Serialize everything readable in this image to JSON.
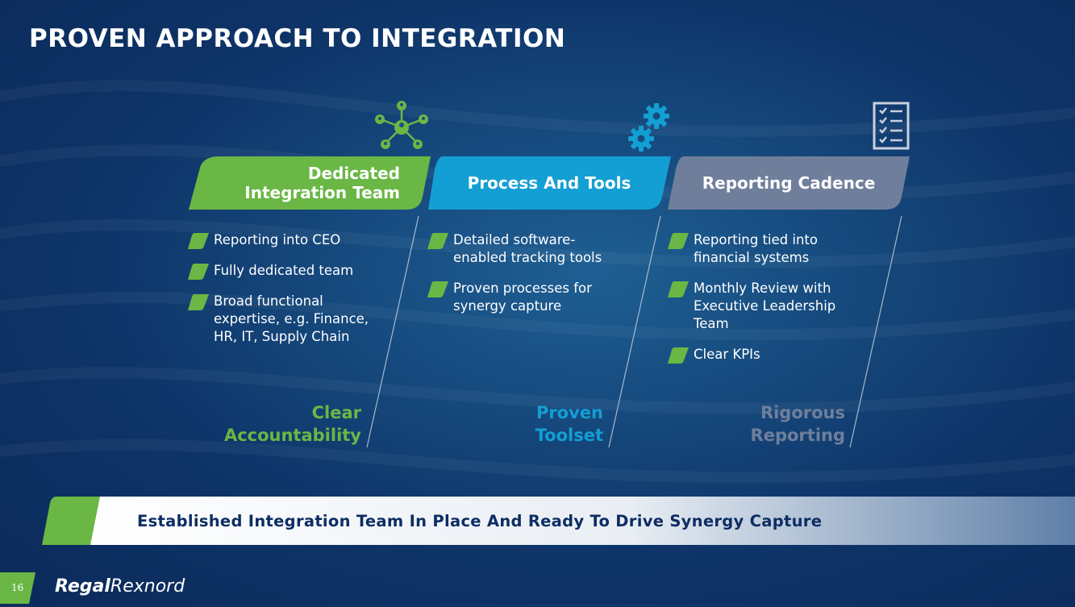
{
  "title": "PROVEN APPROACH TO INTEGRATION",
  "colors": {
    "green": "#6ab745",
    "blue": "#139fd3",
    "gray": "#6f7f9b",
    "navy": "#0d2d63"
  },
  "columns": [
    {
      "heading": "Dedicated Integration Team",
      "icon": "network-people-icon",
      "bullets": [
        "Reporting into CEO",
        "Fully dedicated team",
        "Broad functional expertise, e.g. Finance, HR, IT, Supply Chain"
      ],
      "outcome": "Clear Accountability"
    },
    {
      "heading": "Process And Tools",
      "icon": "gears-icon",
      "bullets": [
        "Detailed software-enabled tracking tools",
        "Proven processes for synergy capture"
      ],
      "outcome": "Proven Toolset"
    },
    {
      "heading": "Reporting Cadence",
      "icon": "checklist-icon",
      "bullets": [
        "Reporting tied into financial systems",
        "Monthly Review with Executive Leadership Team",
        "Clear KPIs"
      ],
      "outcome": "Rigorous Reporting"
    }
  ],
  "banner_statement": "Established Integration Team In Place And Ready To Drive Synergy Capture",
  "footer": {
    "page_number": "16",
    "logo_bold": "Regal",
    "logo_light": "Rexnord"
  }
}
